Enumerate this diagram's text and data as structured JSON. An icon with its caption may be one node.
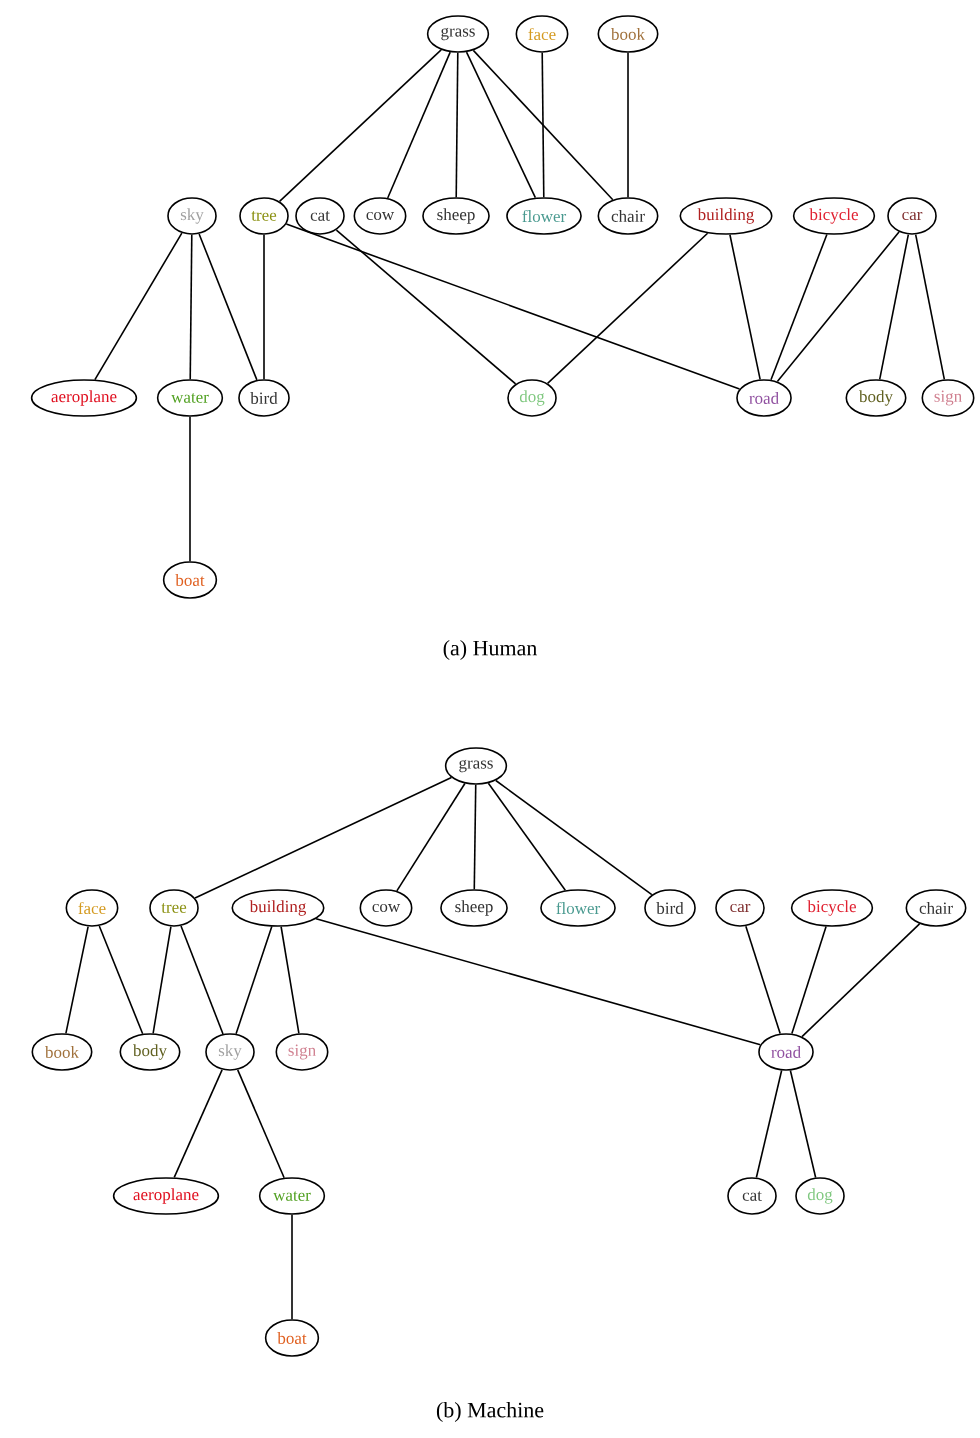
{
  "diagram": {
    "nodes": [
      {
        "text": [
          "grass"
        ]
      },
      {
        "text": [
          "face"
        ]
      },
      {
        "text": [
          "book"
        ]
      },
      {
        "text": [
          "sky"
        ]
      },
      {
        "text": [
          "tree"
        ]
      },
      {
        "text": [
          "cat"
        ]
      },
      {
        "text": [
          "cow"
        ]
      },
      {
        "text": [
          "sheep"
        ]
      },
      {
        "text": [
          "flower"
        ]
      },
      {
        "text": [
          "chair"
        ]
      },
      {
        "text": [
          "building"
        ]
      },
      {
        "text": [
          "bicycle"
        ]
      },
      {
        "text": [
          "car"
        ]
      },
      {
        "text": [
          "aeroplane"
        ]
      },
      {
        "text": [
          "water"
        ]
      },
      {
        "text": [
          "bird"
        ]
      },
      {
        "text": [
          "dog"
        ]
      },
      {
        "text": [
          "road"
        ]
      },
      {
        "text": [
          "body"
        ]
      },
      {
        "text": [
          "sign"
        ]
      },
      {
        "text": [
          "boat"
        ]
      },
      {
        "text": [
          "grass"
        ]
      },
      {
        "text": [
          "face"
        ]
      },
      {
        "text": [
          "tree"
        ]
      },
      {
        "text": [
          "building"
        ]
      },
      {
        "text": [
          "cow"
        ]
      },
      {
        "text": [
          "sheep"
        ]
      },
      {
        "text": [
          "flower"
        ]
      },
      {
        "text": [
          "bird"
        ]
      },
      {
        "text": [
          "car"
        ]
      },
      {
        "text": [
          "bicycle"
        ]
      },
      {
        "text": [
          "chair"
        ]
      },
      {
        "text": [
          "book"
        ]
      },
      {
        "text": [
          "body"
        ]
      },
      {
        "text": [
          "sky"
        ]
      },
      {
        "text": [
          "sign"
        ]
      },
      {
        "text": [
          "road"
        ]
      },
      {
        "text": [
          "aeroplane"
        ]
      },
      {
        "text": [
          "water"
        ]
      },
      {
        "text": [
          "cat"
        ]
      },
      {
        "text": [
          "dog"
        ]
      },
      {
        "text": [
          "boat"
        ]
      }
    ],
    "edges": [
      {
        "from": 0,
        "to": 4,
        "arrow": "none"
      },
      {
        "from": 0,
        "to": 6,
        "arrow": "none"
      },
      {
        "from": 0,
        "to": 7,
        "arrow": "none"
      },
      {
        "from": 0,
        "to": 8,
        "arrow": "none"
      },
      {
        "from": 0,
        "to": 9,
        "arrow": "none"
      },
      {
        "from": 1,
        "to": 8,
        "arrow": "none"
      },
      {
        "from": 2,
        "to": 9,
        "arrow": "none"
      },
      {
        "from": 3,
        "to": 13,
        "arrow": "none"
      },
      {
        "from": 3,
        "to": 14,
        "arrow": "none"
      },
      {
        "from": 3,
        "to": 15,
        "arrow": "none"
      },
      {
        "from": 4,
        "to": 15,
        "arrow": "none"
      },
      {
        "from": 4,
        "to": 17,
        "arrow": "none"
      },
      {
        "from": 5,
        "to": 16,
        "arrow": "none"
      },
      {
        "from": 10,
        "to": 16,
        "arrow": "none"
      },
      {
        "from": 10,
        "to": 17,
        "arrow": "none"
      },
      {
        "from": 11,
        "to": 17,
        "arrow": "none"
      },
      {
        "from": 12,
        "to": 17,
        "arrow": "none"
      },
      {
        "from": 12,
        "to": 18,
        "arrow": "none"
      },
      {
        "from": 12,
        "to": 19,
        "arrow": "none"
      },
      {
        "from": 14,
        "to": 20,
        "arrow": "none"
      },
      {
        "from": 21,
        "to": 23,
        "arrow": "none"
      },
      {
        "from": 21,
        "to": 25,
        "arrow": "none"
      },
      {
        "from": 21,
        "to": 26,
        "arrow": "none"
      },
      {
        "from": 21,
        "to": 27,
        "arrow": "none"
      },
      {
        "from": 21,
        "to": 28,
        "arrow": "none"
      },
      {
        "from": 22,
        "to": 32,
        "arrow": "none"
      },
      {
        "from": 22,
        "to": 33,
        "arrow": "none"
      },
      {
        "from": 23,
        "to": 33,
        "arrow": "none"
      },
      {
        "from": 23,
        "to": 34,
        "arrow": "none"
      },
      {
        "from": 24,
        "to": 34,
        "arrow": "none"
      },
      {
        "from": 24,
        "to": 35,
        "arrow": "none"
      },
      {
        "from": 24,
        "to": 36,
        "arrow": "none"
      },
      {
        "from": 29,
        "to": 36,
        "arrow": "none"
      },
      {
        "from": 30,
        "to": 36,
        "arrow": "none"
      },
      {
        "from": 31,
        "to": 36,
        "arrow": "none"
      },
      {
        "from": 36,
        "to": 39,
        "arrow": "none"
      },
      {
        "from": 36,
        "to": 40,
        "arrow": "none"
      },
      {
        "from": 34,
        "to": 37,
        "arrow": "none"
      },
      {
        "from": 34,
        "to": 38,
        "arrow": "none"
      },
      {
        "from": 38,
        "to": 41,
        "arrow": "none"
      }
    ],
    "labels": [
      "(a)  Human",
      "(b)  Machine"
    ]
  }
}
